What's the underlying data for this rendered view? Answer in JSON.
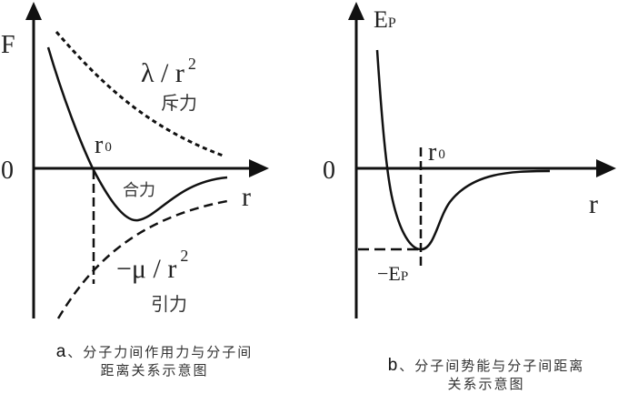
{
  "diagram_a": {
    "y_axis_label": "F",
    "origin_label": "0",
    "x_axis_label": "r",
    "r0_label": "r",
    "r0_sub": "0",
    "repulsion_formula_main": "λ / r",
    "repulsion_formula_sup": "2",
    "repulsion_label": "斥力",
    "net_force_label": "合力",
    "attraction_formula_main": "−μ / r",
    "attraction_formula_sup": "2",
    "attraction_label": "引力",
    "caption_tag": "a",
    "caption_line1": "、分子力间作用力与分子间",
    "caption_line2": "距离关系示意图"
  },
  "diagram_b": {
    "y_axis_label": "E",
    "y_axis_sub": "P",
    "origin_label": "0",
    "x_axis_label": "r",
    "r0_label": "r",
    "r0_sub": "0",
    "min_label": "−E",
    "min_sub": "P",
    "caption_tag": "b",
    "caption_line1": "、分子间势能与分子间距离",
    "caption_line2": "关系示意图"
  },
  "colors": {
    "stroke": "#111111",
    "text": "#222222",
    "background": "#ffffff"
  }
}
